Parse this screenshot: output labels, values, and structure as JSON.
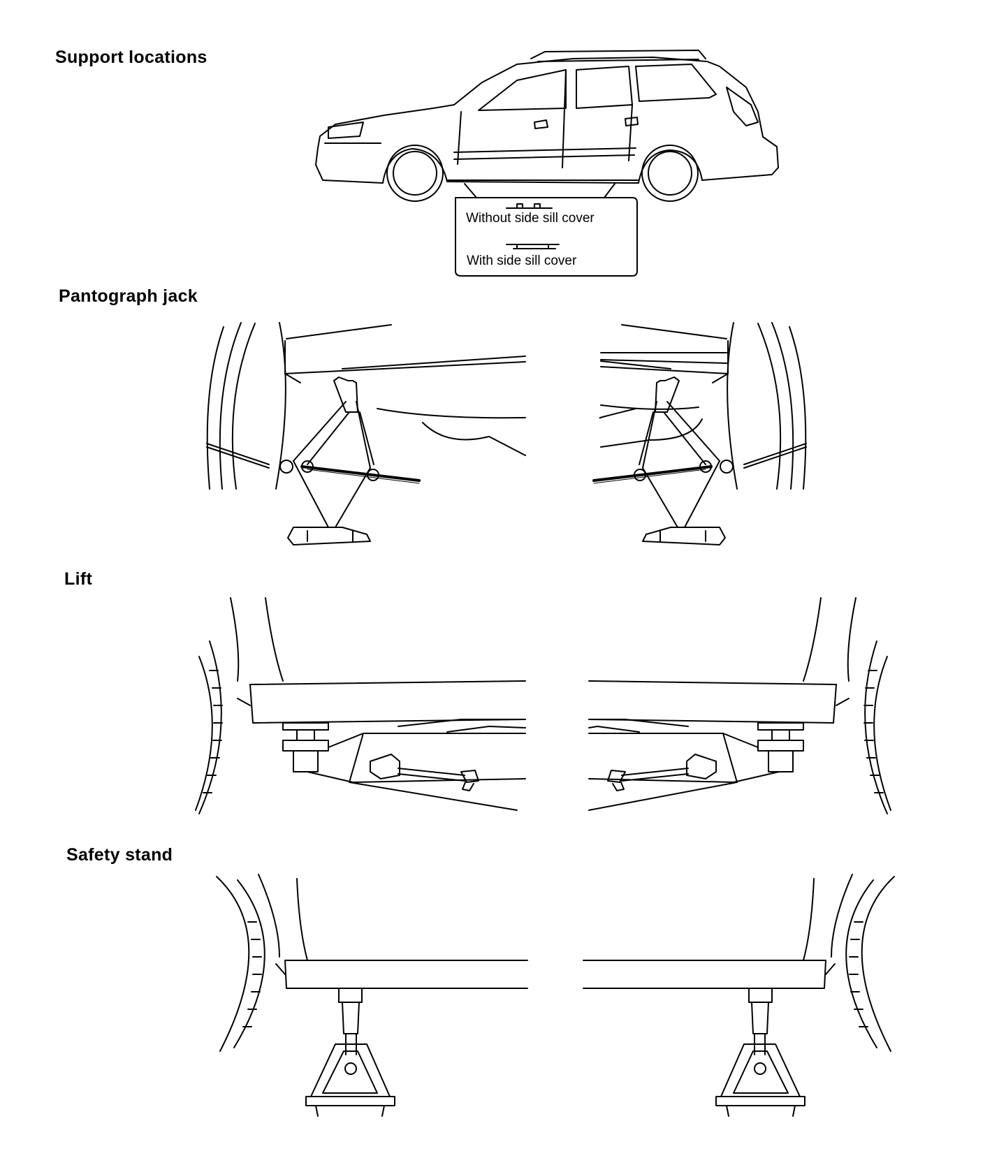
{
  "sections": {
    "support_locations": {
      "heading": "Support locations",
      "callout": {
        "without_label": "Without side sill cover",
        "with_label": "With side sill cover"
      }
    },
    "pantograph_jack": {
      "heading": "Pantograph jack"
    },
    "lift": {
      "heading": "Lift"
    },
    "safety_stand": {
      "heading": "Safety stand"
    }
  },
  "colors": {
    "line": "#000000",
    "background": "#ffffff"
  }
}
